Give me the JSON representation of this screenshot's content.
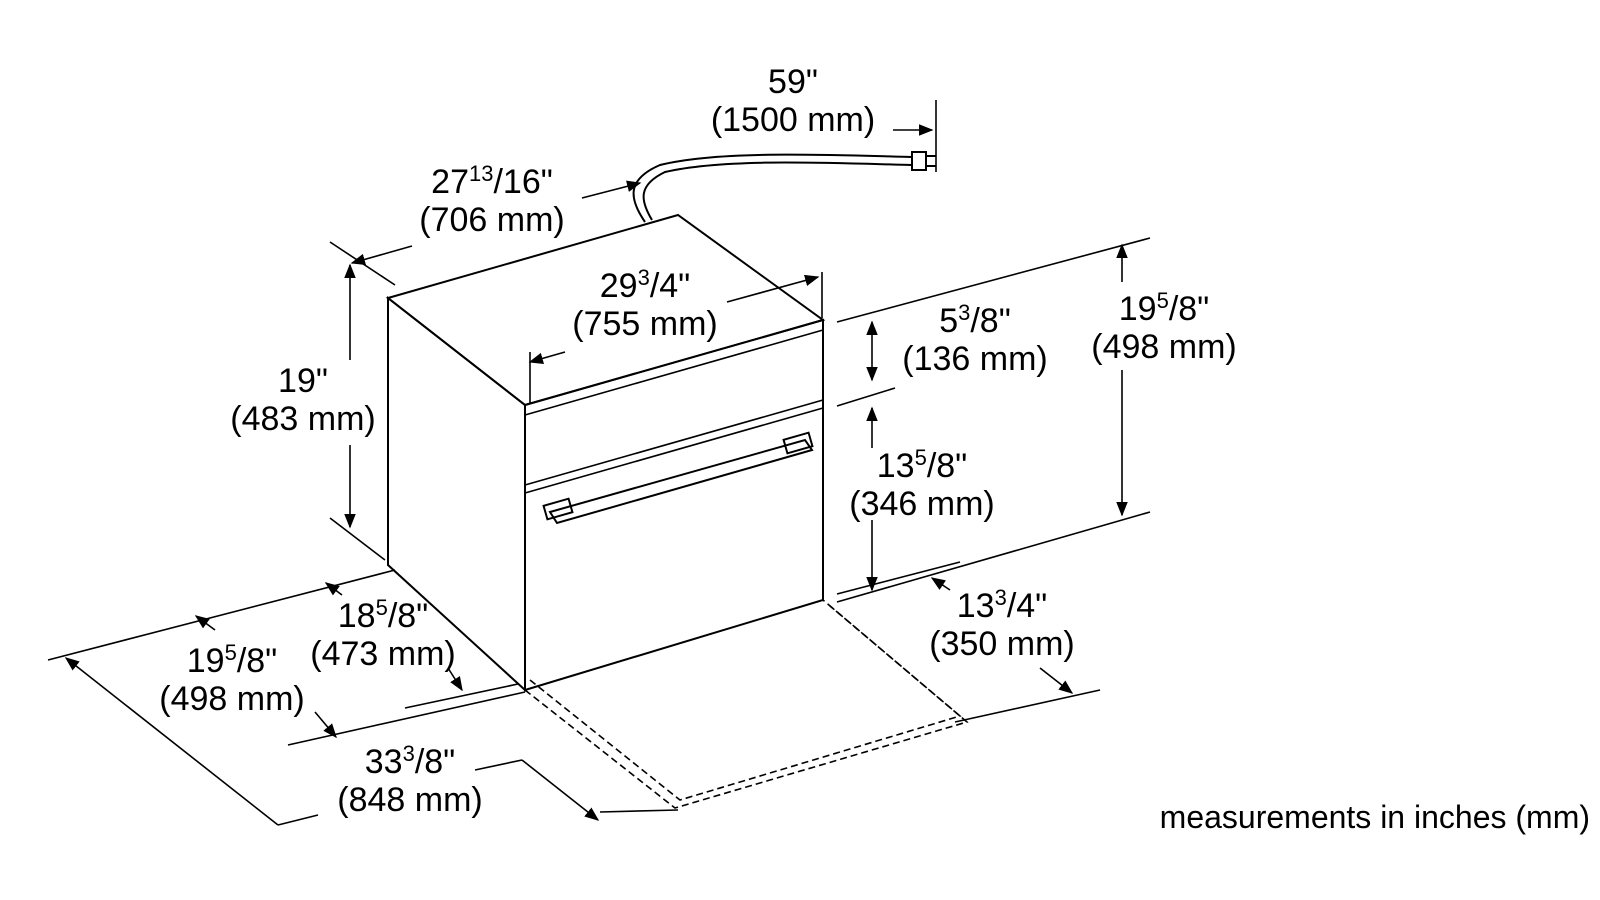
{
  "diagram": {
    "note": "measurements in inches (mm)",
    "dims": {
      "cord_in": "59\"",
      "cord_mm": "(1500 mm)",
      "depth_whole": "27",
      "depth_num": "13",
      "depth_den": "/16\"",
      "depth_mm": "(706 mm)",
      "width_whole": "29",
      "width_num": "3",
      "width_den": "/4\"",
      "width_mm": "(755 mm)",
      "height_in": "19\"",
      "height_mm": "(483 mm)",
      "panel_whole": "5",
      "panel_num": "3",
      "panel_den": "/8\"",
      "panel_mm": "(136 mm)",
      "total_h_whole": "19",
      "total_h_num": "5",
      "total_h_den": "/8\"",
      "total_h_mm": "(498 mm)",
      "door_whole": "13",
      "door_num": "5",
      "door_den": "/8\"",
      "door_mm": "(346 mm)",
      "side_depth_whole": "18",
      "side_depth_num": "5",
      "side_depth_den": "/8\"",
      "side_depth_mm": "(473 mm)",
      "outer_depth_whole": "19",
      "outer_depth_num": "5",
      "outer_depth_den": "/8\"",
      "outer_depth_mm": "(498 mm)",
      "door_open_whole": "13",
      "door_open_num": "3",
      "door_open_den": "/4\"",
      "door_open_mm": "(350 mm)",
      "open_total_whole": "33",
      "open_total_num": "3",
      "open_total_den": "/8\"",
      "open_total_mm": "(848 mm)"
    }
  }
}
